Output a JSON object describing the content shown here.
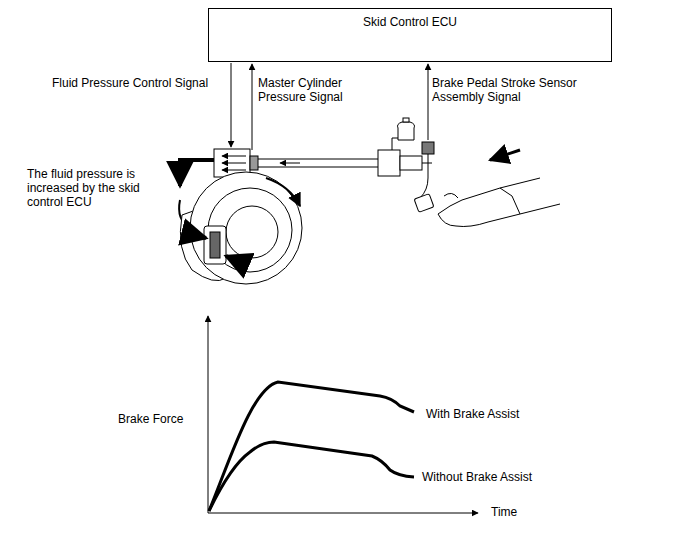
{
  "diagram": {
    "nodes": [
      {
        "text": [
          "Skid Control ECU"
        ]
      }
    ],
    "labels": [
      "Fluid Pressure Control Signal",
      "Master Cylinder Pressure Signal",
      "Brake Pedal Stroke Sensor Assembly Signal",
      "The fluid pressure is increased by the skid control ECU",
      "Brake Force",
      "With Brake Assist",
      "Without Brake Assist",
      "Time"
    ]
  }
}
